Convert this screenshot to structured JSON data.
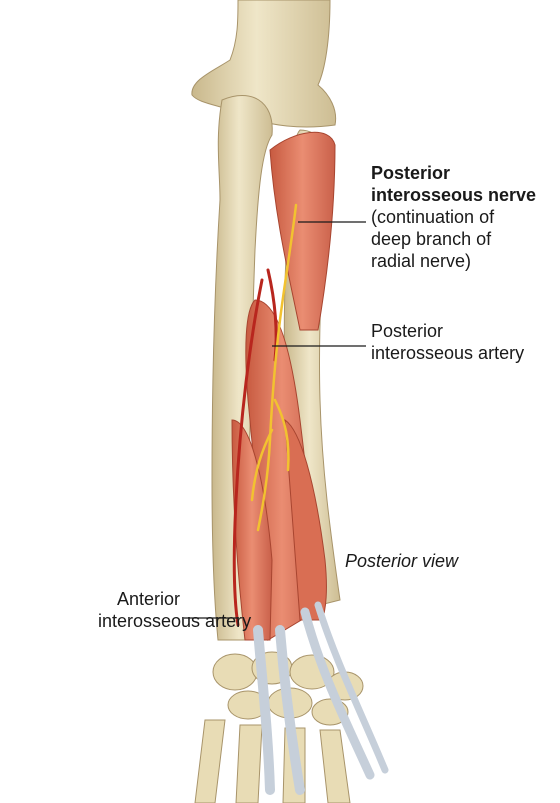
{
  "labels": {
    "posterior_interosseous_nerve": {
      "title_line1": "Posterior",
      "title_line2": "interosseous nerve",
      "note_line1": "(continuation of",
      "note_line2": "deep branch of",
      "note_line3": "radial nerve)"
    },
    "posterior_interosseous_artery": {
      "line1": "Posterior",
      "line2": "interosseous artery"
    },
    "view": "Posterior view",
    "anterior_interosseous_artery": {
      "line1": "Anterior",
      "line2": "interosseous artery"
    }
  },
  "colors": {
    "bone": "#e8dcb5",
    "bone_shadow": "#c9b88c",
    "muscle": "#e07a5f",
    "muscle_dark": "#c0533b",
    "tendon": "#d7dde6",
    "nerve": "#f2c230",
    "artery": "#b8261e",
    "leader_line": "#1a1a1a"
  }
}
